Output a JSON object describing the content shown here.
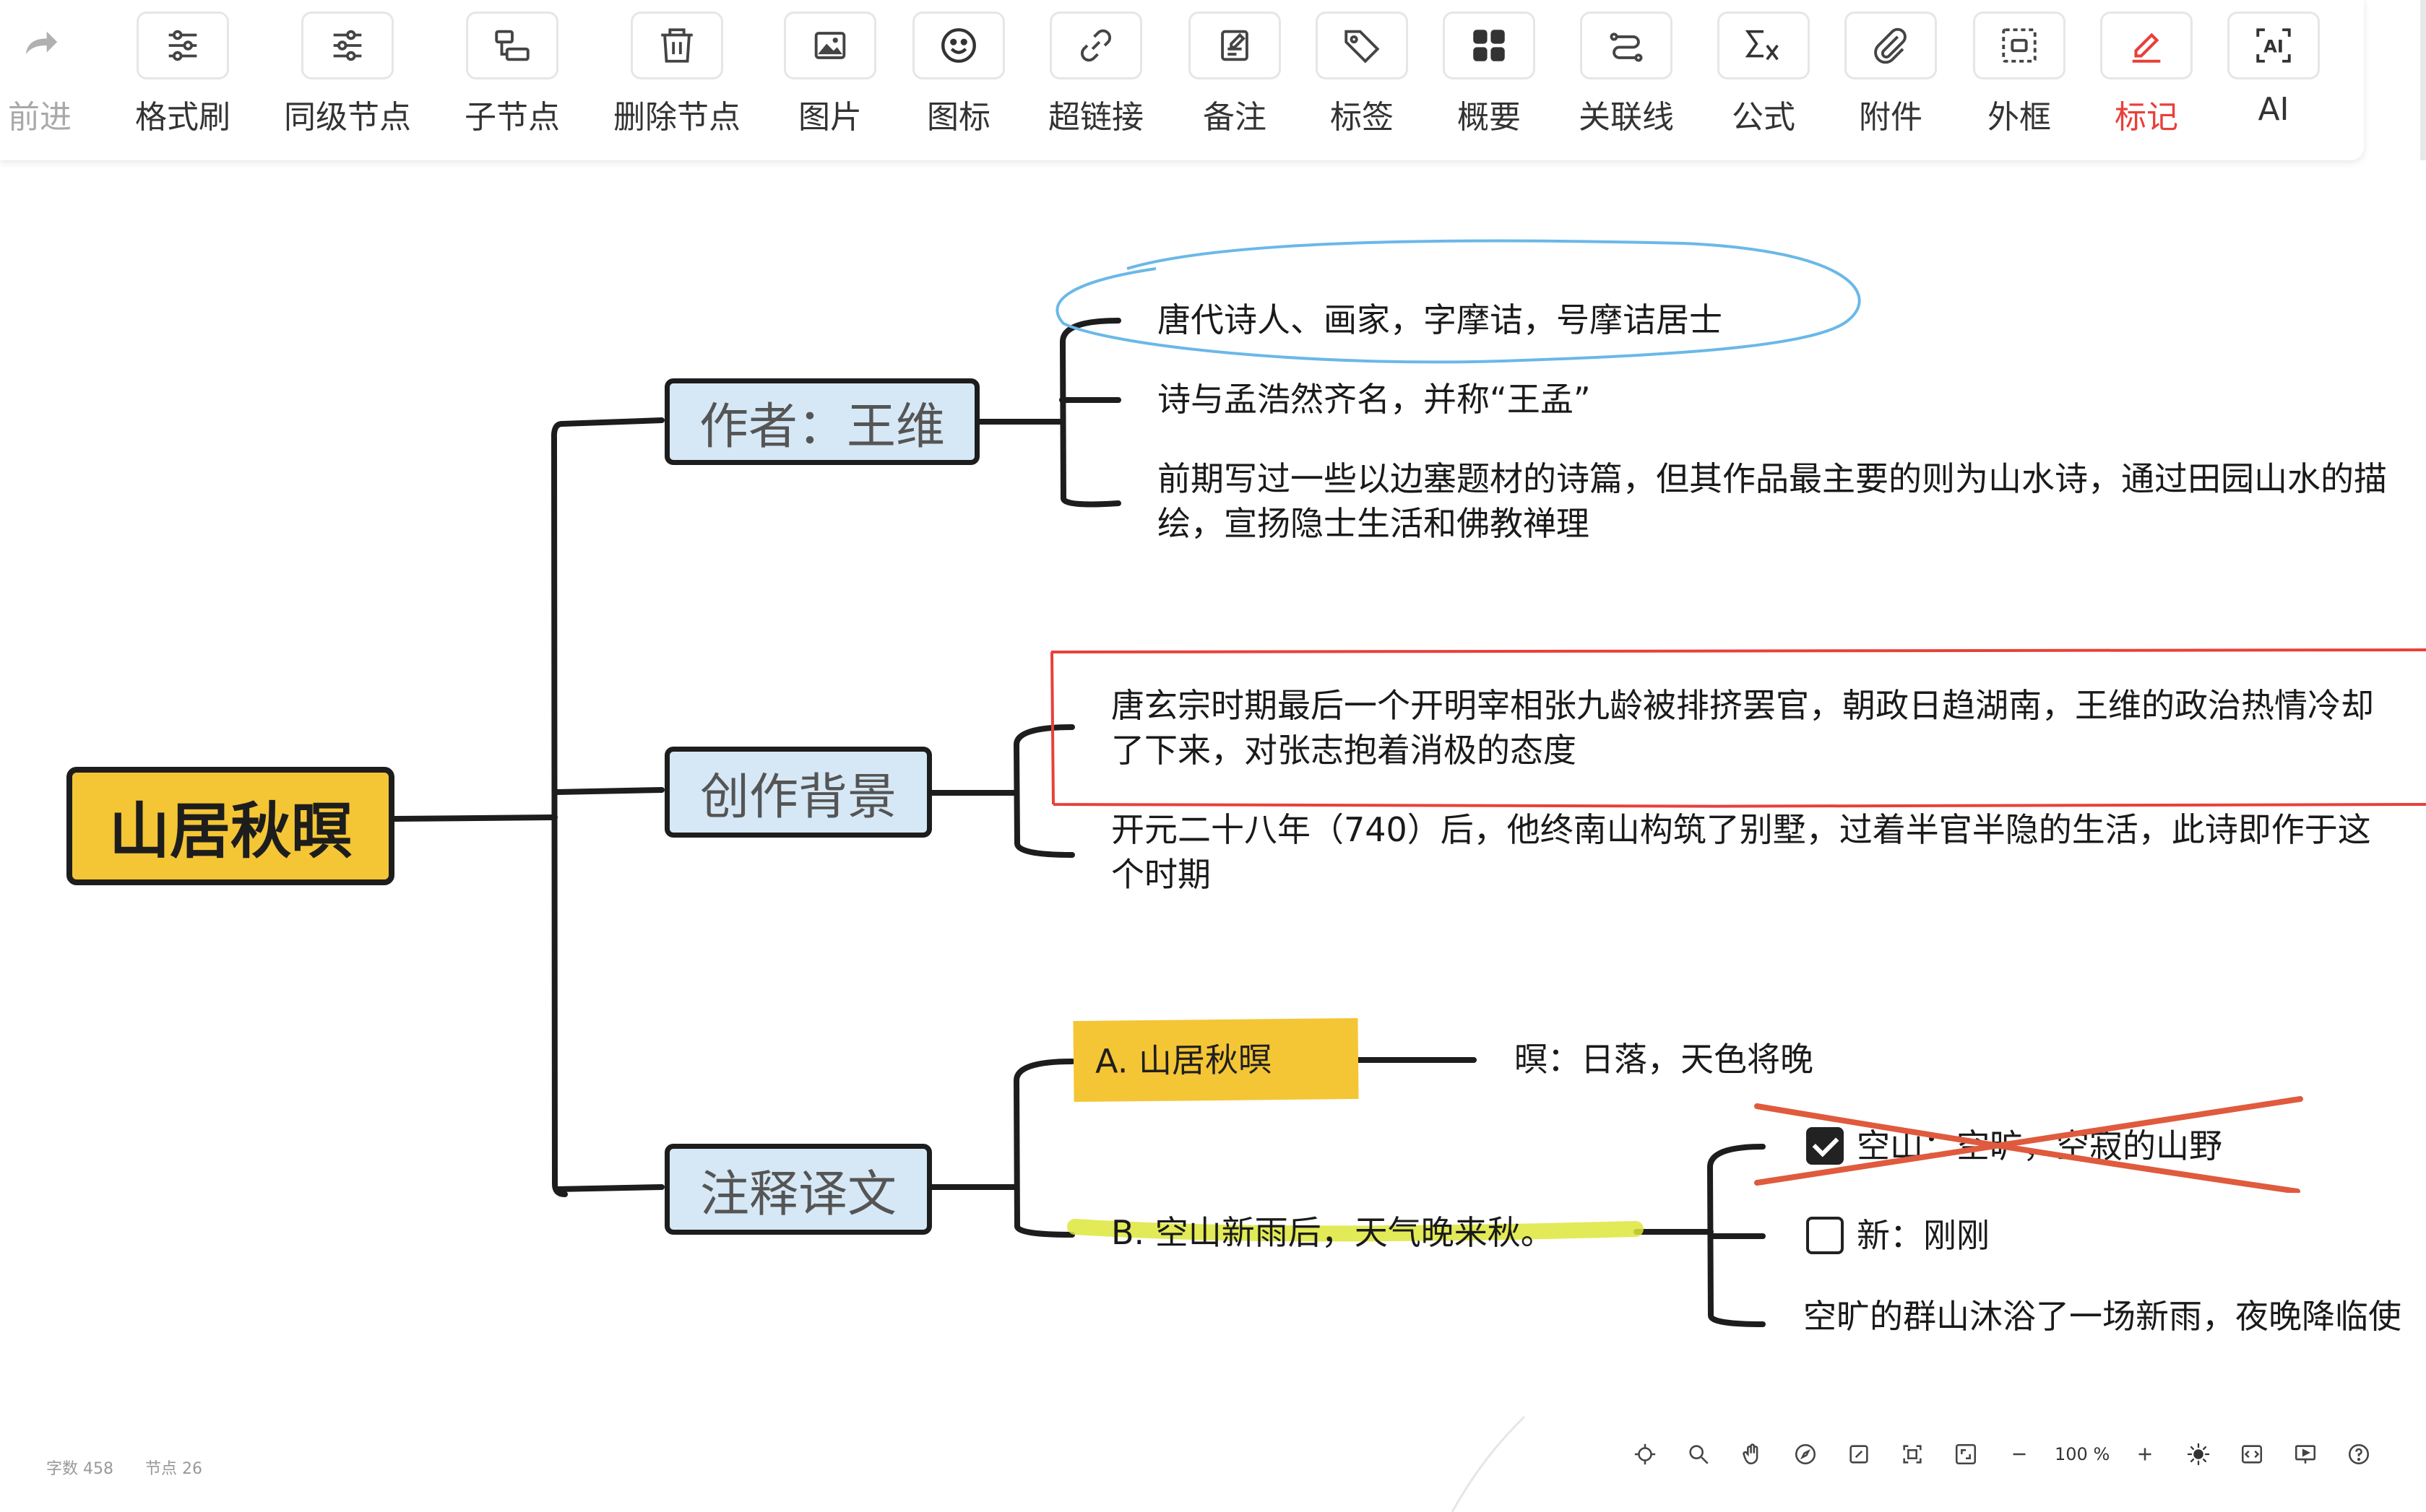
{
  "toolbar": {
    "items": [
      {
        "label": "前进",
        "icon": "redo-icon",
        "state": "disabled"
      },
      {
        "label": "格式刷",
        "icon": "format-painter-icon"
      },
      {
        "label": "同级节点",
        "icon": "sibling-node-icon"
      },
      {
        "label": "子节点",
        "icon": "child-node-icon"
      },
      {
        "label": "删除节点",
        "icon": "trash-icon"
      },
      {
        "label": "图片",
        "icon": "image-icon"
      },
      {
        "label": "图标",
        "icon": "smiley-icon"
      },
      {
        "label": "超链接",
        "icon": "link-icon"
      },
      {
        "label": "备注",
        "icon": "note-icon"
      },
      {
        "label": "标签",
        "icon": "tag-icon"
      },
      {
        "label": "概要",
        "icon": "summary-icon"
      },
      {
        "label": "关联线",
        "icon": "relation-line-icon"
      },
      {
        "label": "公式",
        "icon": "formula-icon"
      },
      {
        "label": "附件",
        "icon": "attachment-icon"
      },
      {
        "label": "外框",
        "icon": "outer-frame-icon"
      },
      {
        "label": "标记",
        "icon": "marker-icon",
        "state": "active"
      },
      {
        "label": "AI",
        "icon": "ai-icon"
      }
    ]
  },
  "mindmap": {
    "root": "山居秋暝",
    "branches": {
      "author": {
        "label": "作者：王维",
        "children": [
          "唐代诗人、画家，字摩诘，号摩诘居士",
          "诗与孟浩然齐名，并称“王孟”",
          "前期写过一些以边塞题材的诗篇，但其作品最主要的则为山水诗，通过田园山水的描绘，宣扬隐士生活和佛教禅理"
        ]
      },
      "background": {
        "label": "创作背景",
        "children": [
          "唐玄宗时期最后一个开明宰相张九龄被排挤罢官，朝政日趋湖南，王维的政治热情冷却了下来，对张志抱着消极的态度",
          "开元二十八年（740）后，他终南山构筑了别墅，过着半官半隐的生活，此诗即作于这个时期"
        ]
      },
      "notes": {
        "label": "注释译文",
        "line_a": {
          "label": "A. 山居秋暝",
          "child": "暝：日落，天色将晚"
        },
        "line_b": {
          "label": "B. 空山新雨后，天气晚来秋。",
          "children": [
            {
              "text": "空山：空旷，空寂的山野",
              "checked": true
            },
            {
              "text": "新：刚刚",
              "checked": false
            },
            {
              "text": "空旷的群山沐浴了一场新雨，夜晚降临使"
            }
          ]
        }
      }
    }
  },
  "status": {
    "words": "字数 458",
    "nodes": "节点 26"
  },
  "zoom": {
    "value": "100",
    "unit": "%"
  },
  "colors": {
    "root_fill": "#f4c535",
    "branch_fill": "#d6e8f5",
    "circle_annotation": "#6ab8e8",
    "rect_annotation": "#e8403a",
    "highlight": "#dde63a",
    "cross_mark": "#e05a3e",
    "active_tool": "#e8403a"
  }
}
